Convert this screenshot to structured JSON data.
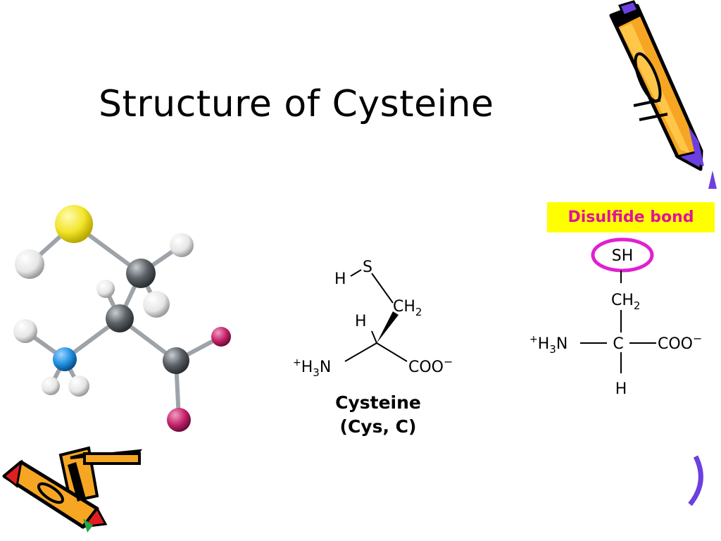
{
  "slide": {
    "title": "Structure of Cysteine"
  },
  "ball_and_stick_model": {
    "atom_colors": {
      "sulfur": "#f2e52a",
      "carbon": "#5b6166",
      "hydrogen": "#e8e8e8",
      "nitrogen": "#1d8fe0",
      "oxygen": "#c4226a"
    }
  },
  "skeletal_structure": {
    "h_label": "H",
    "s_label": "S",
    "ch2_label": "CH",
    "ch2_subscript": "2",
    "alpha_h_label": "H",
    "amino_prefix": "+",
    "amino_label": "H",
    "amino_subscript": "3",
    "amino_suffix": "N",
    "carboxylate_label": "COO",
    "carboxylate_charge": "−",
    "name": "Cysteine",
    "abbreviation": "(Cys, C)"
  },
  "fischer_structure": {
    "disulfide_label": "Disulfide bond",
    "sh_label": "SH",
    "ch2_label": "CH",
    "ch2_subscript": "2",
    "amino_prefix": "+",
    "amino_label": "H",
    "amino_subscript": "3",
    "amino_suffix": "N",
    "center_label": "C",
    "carboxylate_label": "COO",
    "carboxylate_charge": "−",
    "bottom_h_label": "H",
    "highlight_color": "#e020d0"
  },
  "decorations": {
    "pencil_color": "#f6a623",
    "outline_color": "#000000",
    "accent_color": "#6b3fe0"
  }
}
